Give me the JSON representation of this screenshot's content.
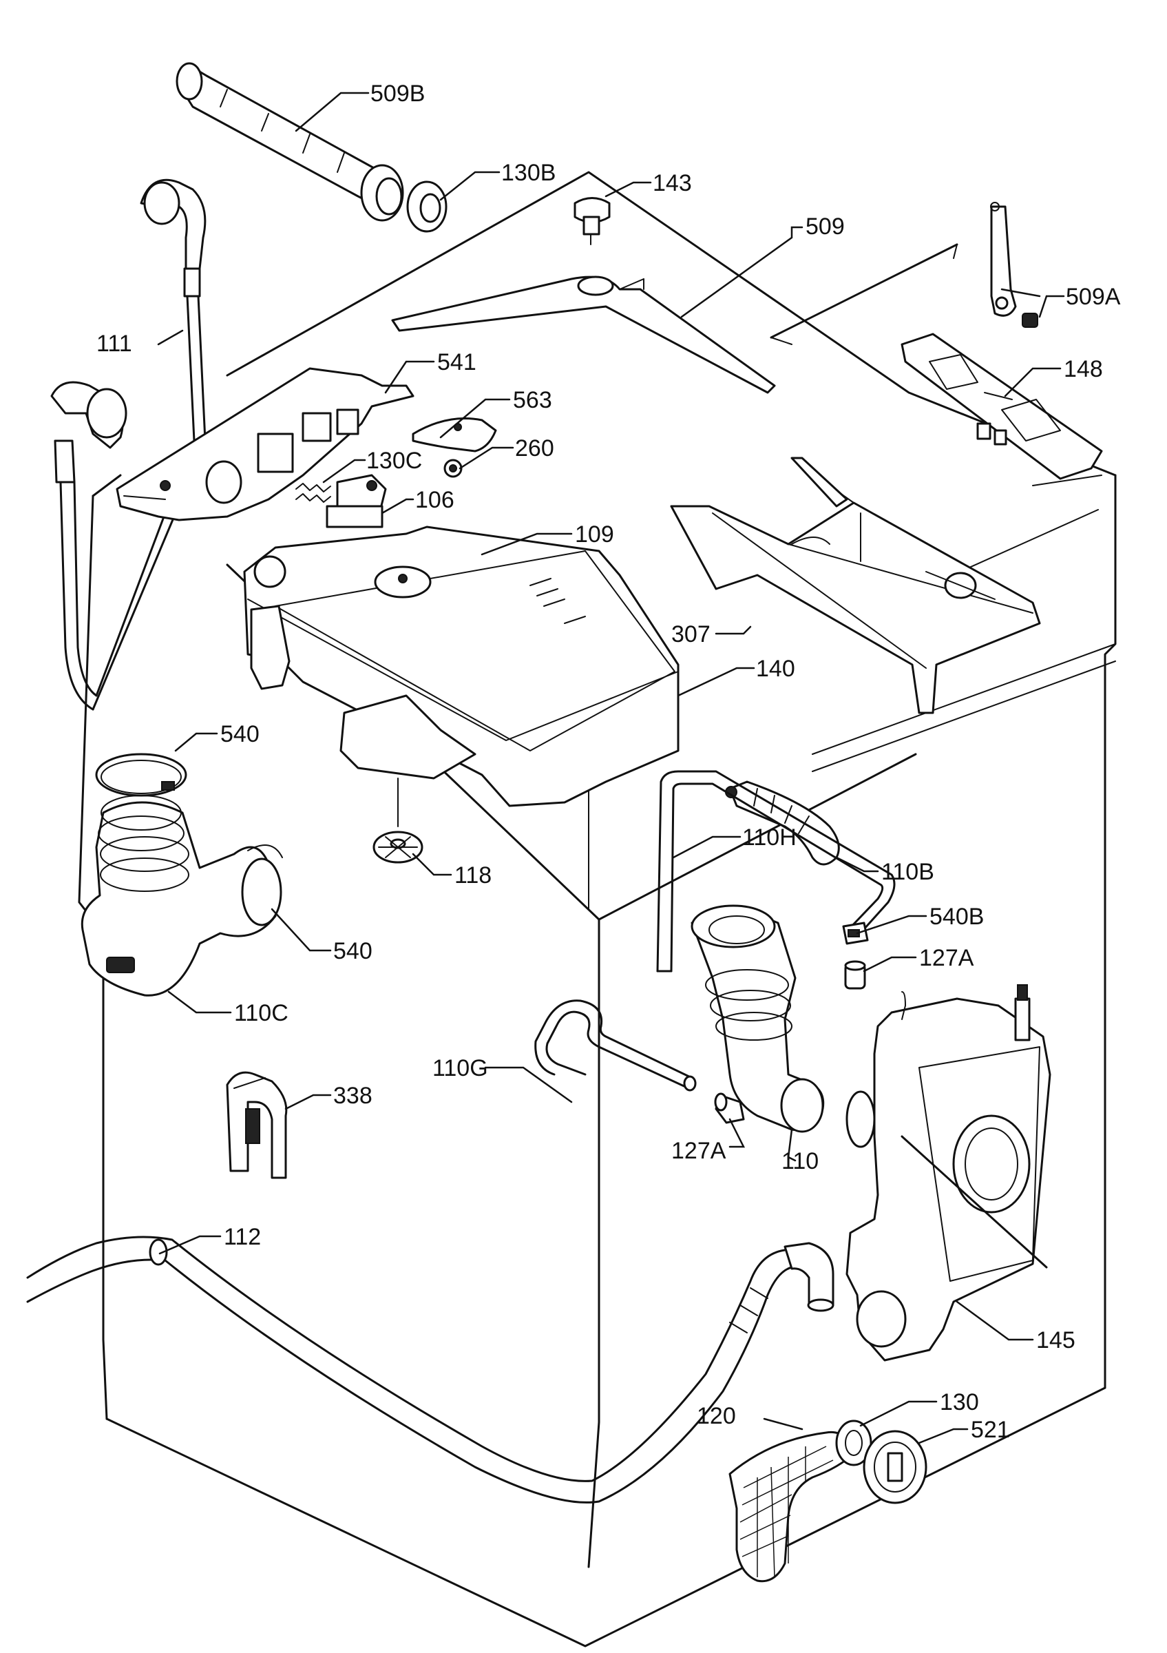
{
  "labels": [
    {
      "id": "509B",
      "text": "509B"
    },
    {
      "id": "130B",
      "text": "130B"
    },
    {
      "id": "143",
      "text": "143"
    },
    {
      "id": "509",
      "text": "509"
    },
    {
      "id": "509A",
      "text": "509A"
    },
    {
      "id": "111",
      "text": "111"
    },
    {
      "id": "541",
      "text": "541"
    },
    {
      "id": "563",
      "text": "563"
    },
    {
      "id": "148",
      "text": "148"
    },
    {
      "id": "130C",
      "text": "130C"
    },
    {
      "id": "260",
      "text": "260"
    },
    {
      "id": "106",
      "text": "106"
    },
    {
      "id": "109",
      "text": "109"
    },
    {
      "id": "307",
      "text": "307"
    },
    {
      "id": "140",
      "text": "140"
    },
    {
      "id": "540a",
      "text": "540"
    },
    {
      "id": "110B",
      "text": "110B"
    },
    {
      "id": "118",
      "text": "118"
    },
    {
      "id": "110H",
      "text": "110H"
    },
    {
      "id": "540B",
      "text": "540B"
    },
    {
      "id": "540b",
      "text": "540"
    },
    {
      "id": "127Aa",
      "text": "127A"
    },
    {
      "id": "110C",
      "text": "110C"
    },
    {
      "id": "110G",
      "text": "110G"
    },
    {
      "id": "338",
      "text": "338"
    },
    {
      "id": "127Ab",
      "text": "127A"
    },
    {
      "id": "110",
      "text": "110"
    },
    {
      "id": "112",
      "text": "112"
    },
    {
      "id": "145",
      "text": "145"
    },
    {
      "id": "130",
      "text": "130"
    },
    {
      "id": "120",
      "text": "120"
    },
    {
      "id": "521",
      "text": "521"
    }
  ]
}
